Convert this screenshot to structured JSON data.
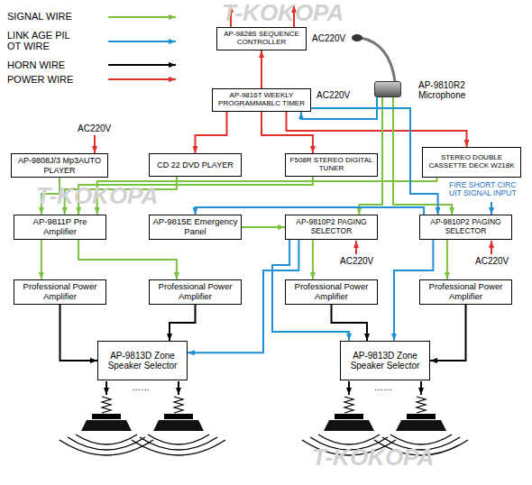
{
  "diagram": {
    "nodes": [
      {
        "text": [
          "AP-9828S SEQUENCE CONTROLLER"
        ]
      },
      {
        "text": [
          "AP-9816T WEEKLY PROGRAMMABLC TIMER"
        ]
      },
      {
        "text": [
          "AP-9810R2 Microphone"
        ]
      },
      {
        "text": [
          "AP-9808J/3 Mp3AUTO PLAYER"
        ]
      },
      {
        "text": [
          "CD 22 DVD PLAYER"
        ]
      },
      {
        "text": [
          "F508R STEREO DIGITAL TUNER"
        ]
      },
      {
        "text": [
          "STEREO DOUBLE CASSETTE DECK W218K"
        ]
      },
      {
        "text": [
          "AP-9811P Pre Amplifier"
        ]
      },
      {
        "text": [
          "AP-9815E Emergency Panel"
        ]
      },
      {
        "text": [
          "AP-9810P2 PAGING SELECTOR"
        ]
      },
      {
        "text": [
          "AP-9810P2 PAGING SELECTOR"
        ]
      },
      {
        "text": [
          "Professional Power Amplifier"
        ]
      },
      {
        "text": [
          "Professional Power Amplifier"
        ]
      },
      {
        "text": [
          "Professional Power Amplifier"
        ]
      },
      {
        "text": [
          "Professional Power Amplifier"
        ]
      },
      {
        "text": [
          "AP-9813D Zone Speaker Selector"
        ]
      },
      {
        "text": [
          "AP-9813D Zone Speaker Selector"
        ]
      }
    ],
    "edges": [
      {
        "from": 1,
        "to": 0,
        "arrow": "to"
      },
      {
        "from": 1,
        "to": 4,
        "arrow": "to"
      },
      {
        "from": 1,
        "to": 5,
        "arrow": "to"
      },
      {
        "from": 1,
        "to": 6,
        "arrow": "to"
      },
      {
        "from": 3,
        "to": 7,
        "arrow": "to"
      },
      {
        "from": 4,
        "to": 7,
        "arrow": "to"
      },
      {
        "from": 5,
        "to": 7,
        "arrow": "to"
      },
      {
        "from": 6,
        "to": 7,
        "arrow": "to"
      },
      {
        "from": 2,
        "to": 9,
        "arrow": "to"
      },
      {
        "from": 2,
        "to": 10,
        "arrow": "to"
      },
      {
        "from": 8,
        "to": 9,
        "arrow": "to"
      },
      {
        "from": 7,
        "to": 11,
        "arrow": "to"
      },
      {
        "from": 7,
        "to": 12,
        "arrow": "to"
      },
      {
        "from": 9,
        "to": 13,
        "arrow": "to"
      },
      {
        "from": 10,
        "to": 14,
        "arrow": "to"
      },
      {
        "from": 11,
        "to": 15,
        "arrow": "to"
      },
      {
        "from": 12,
        "to": 15,
        "arrow": "to"
      },
      {
        "from": 13,
        "to": 16,
        "arrow": "to"
      },
      {
        "from": 14,
        "to": 16,
        "arrow": "to"
      },
      {
        "from": 1,
        "to": 10,
        "arrow": "to"
      },
      {
        "from": 10,
        "to": 8,
        "arrow": "to"
      },
      {
        "from": 9,
        "to": 15,
        "arrow": "to"
      },
      {
        "from": 10,
        "to": 16,
        "arrow": "to"
      },
      {
        "from": 9,
        "to": 16,
        "arrow": "to"
      },
      {
        "from": 2,
        "to": 1,
        "arrow": "to"
      }
    ],
    "labels": [
      "AC220V",
      "AC220V",
      "AC220V",
      "AC220V",
      "AC220V",
      "FIRE SHORT CIRC UIT SIGNAL INPUT",
      "……",
      "……",
      "T-KOKOPA",
      "T-KOKOPA",
      "T-KOKOPA"
    ],
    "legend": [
      {
        "text": "SIGNAL WIRE"
      },
      {
        "text": "LINK AGE PIL OT WIRE"
      },
      {
        "text": "HORN WIRE"
      },
      {
        "text": "POWER WIRE"
      }
    ]
  }
}
